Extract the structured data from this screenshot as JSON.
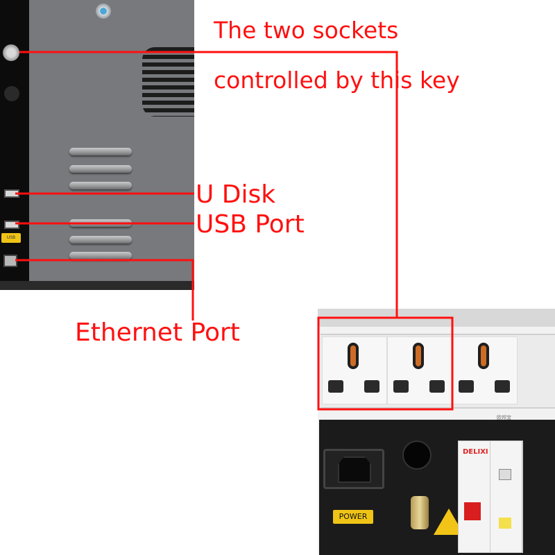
{
  "annotations": {
    "sockets_line1": "The two sockets",
    "sockets_line2": "controlled by this key",
    "u_disk": "U Disk",
    "usb_port": "USB Port",
    "ethernet_port": "Ethernet Port"
  },
  "photo_panel": {
    "usb_tag": "USB"
  },
  "photo_sockets": {
    "brand_mark": "欧邦宝",
    "power_label": "POWER",
    "breaker_brand": "DELIXI"
  },
  "colors": {
    "annotation": "#ff1010",
    "label_yellow": "#f0c417",
    "panel_grey": "#77797c"
  }
}
